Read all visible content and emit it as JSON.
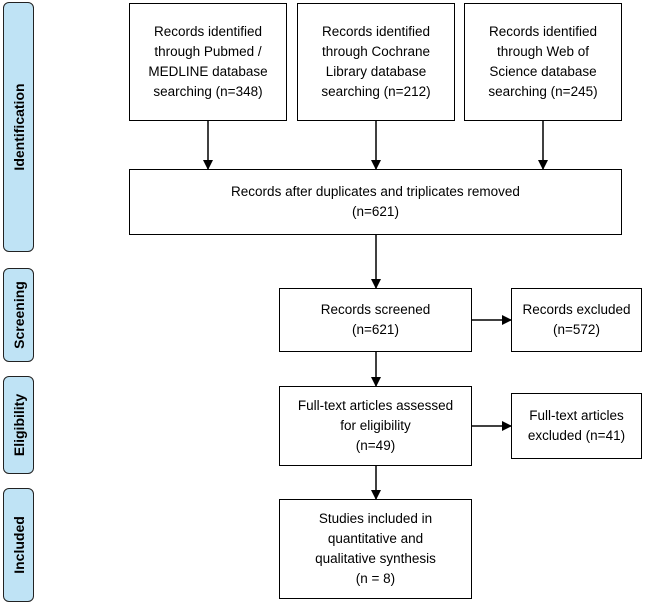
{
  "phases": {
    "identification": "Identification",
    "screening": "Screening",
    "eligibility": "Eligibility",
    "included": "Included"
  },
  "boxes": {
    "pubmed": "Records identified\nthrough Pubmed /\nMEDLINE database\nsearching (n=348)",
    "cochrane": "Records identified\nthrough Cochrane\nLibrary database\nsearching (n=212)",
    "web_of_science": "Records identified\nthrough Web of\nScience database\nsearching (n=245)",
    "duplicates_removed": "Records after duplicates and triplicates removed\n(n=621)",
    "screened": "Records screened\n(n=621)",
    "excluded": "Records excluded\n(n=572)",
    "full_text_assessed": "Full-text articles assessed\nfor eligibility\n(n=49)",
    "full_text_excluded": "Full-text articles\nexcluded (n=41)",
    "included": "Studies included in\nquantitative and\nqualitative synthesis\n(n = 8)"
  },
  "colors": {
    "phase_fill": "#bfe3f5",
    "border": "#000000"
  }
}
